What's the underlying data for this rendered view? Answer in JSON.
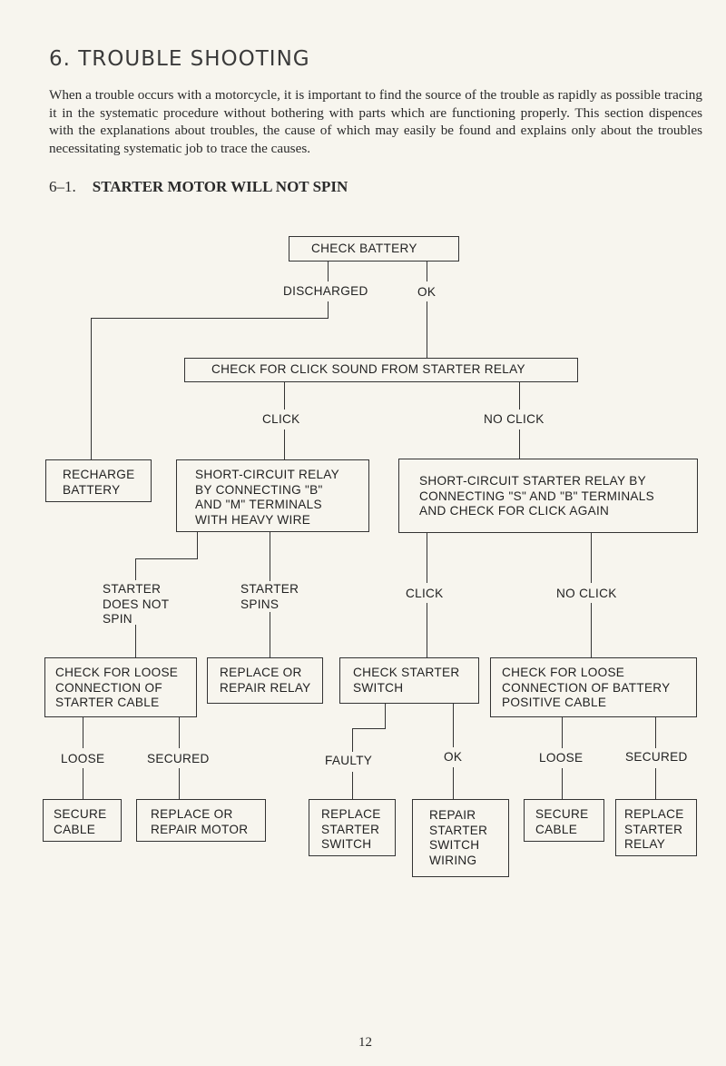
{
  "header": {
    "title": "6. TROUBLE SHOOTING",
    "intro": "When a trouble occurs with a motorcycle, it is important to find the source of the trouble as rapidly as possible tracing it in the systematic procedure without bothering with parts which are functioning properly. This section dispences with the explanations about troubles, the cause of which may easily be found and explains only about the troubles necessitating systematic job to trace the causes.",
    "section_number": "6–1.",
    "section_title": "STARTER MOTOR WILL NOT SPIN"
  },
  "flowchart": {
    "check_battery": "CHECK BATTERY",
    "discharged": "DISCHARGED",
    "ok_1": "OK",
    "check_click": "CHECK FOR CLICK SOUND FROM STARTER RELAY",
    "click_1": "CLICK",
    "no_click_1": "NO CLICK",
    "recharge": "RECHARGE\nBATTERY",
    "short_relay": "SHORT-CIRCUIT RELAY\nBY CONNECTING \"B\"\nAND \"M\" TERMINALS\nWITH HEAVY WIRE",
    "short_starter_relay": "SHORT-CIRCUIT STARTER RELAY BY\nCONNECTING \"S\" AND \"B\" TERMINALS\nAND CHECK FOR CLICK AGAIN",
    "starter_not_spin": "STARTER\nDOES NOT\nSPIN",
    "starter_spins": "STARTER\nSPINS",
    "click_2": "CLICK",
    "no_click_2": "NO CLICK",
    "check_loose_starter": "CHECK FOR LOOSE\nCONNECTION OF\nSTARTER CABLE",
    "replace_repair_relay": "REPLACE OR\nREPAIR RELAY",
    "check_starter_switch": "CHECK STARTER\nSWITCH",
    "check_loose_battery": "CHECK FOR LOOSE\nCONNECTION OF BATTERY\nPOSITIVE CABLE",
    "loose_1": "LOOSE",
    "secured_1": "SECURED",
    "faulty": "FAULTY",
    "ok_2": "OK",
    "loose_2": "LOOSE",
    "secured_2": "SECURED",
    "secure_cable_1": "SECURE\nCABLE",
    "replace_repair_motor": "REPLACE OR\nREPAIR MOTOR",
    "replace_starter_switch": "REPLACE\nSTARTER\nSWITCH",
    "repair_switch_wiring": "REPAIR\nSTARTER\nSWITCH\nWIRING",
    "secure_cable_2": "SECURE\nCABLE",
    "replace_starter_relay": "REPLACE\nSTARTER\nRELAY"
  },
  "footer": {
    "page_number": "12"
  }
}
